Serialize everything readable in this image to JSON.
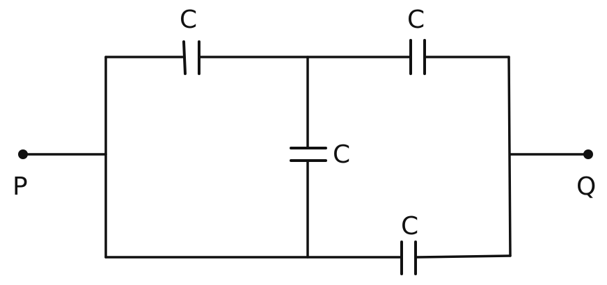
{
  "terminals": {
    "left": "P",
    "right": "Q"
  },
  "capacitors": {
    "top_left": "C",
    "top_right": "C",
    "middle": "C",
    "bottom_right": "C"
  },
  "colors": {
    "ink": "#111111",
    "background": "#ffffff"
  }
}
